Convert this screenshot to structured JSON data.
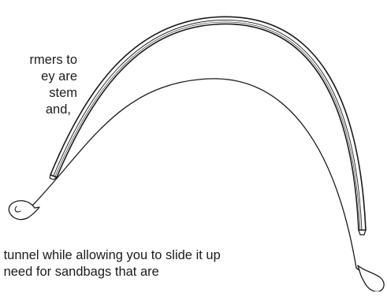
{
  "text_fragments": {
    "top_lines": [
      "rmers to",
      "ey are",
      "stem",
      "and,"
    ],
    "bottom_lines": [
      " tunnel while allowing you to slide it up",
      " need for sandbags that are"
    ]
  },
  "illustration": {
    "objects": [
      "tunnel-hoop",
      "retaining-wire",
      "ground-loop-left",
      "ground-loop-right"
    ],
    "stroke_color": "#1a1a1a",
    "fill_color": "#ffffff"
  }
}
